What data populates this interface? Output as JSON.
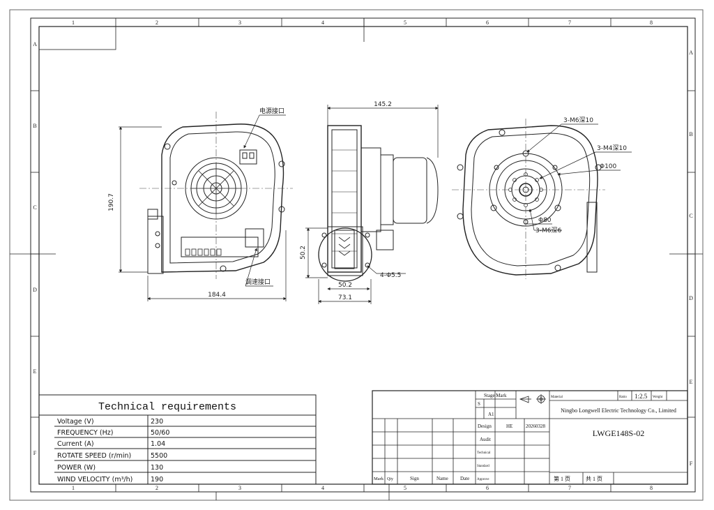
{
  "frame": {
    "columns": [
      "1",
      "2",
      "3",
      "4",
      "5",
      "6",
      "7",
      "8"
    ],
    "rows": [
      "A",
      "B",
      "C",
      "D",
      "E",
      "F"
    ]
  },
  "views": {
    "front": {
      "dim_height": "190.7",
      "dim_width": "184.4",
      "label_power": "电源接口",
      "label_speed": "调速接口"
    },
    "side": {
      "dim_length": "145.2",
      "dim_flange_h": "50.2",
      "dim_flange_w": "50.2",
      "dim_base": "73.1",
      "label_holes": "4-Φ5.5"
    },
    "back": {
      "label_m6_top": "3-M6深10",
      "label_m4": "3-M4深10",
      "label_d100": "Φ100",
      "label_d80": "Φ80",
      "label_m6_bottom": "3-M6深6"
    }
  },
  "tech": {
    "title": "Technical requirements",
    "rows": [
      {
        "label": "Voltage (V)",
        "value": "230"
      },
      {
        "label": "FREQUENCY (Hz)",
        "value": "50/60"
      },
      {
        "label": "Current (A)",
        "value": "1.04"
      },
      {
        "label": "ROTATE SPEED (r/min)",
        "value": "5500"
      },
      {
        "label": "POWER (W)",
        "value": "130"
      },
      {
        "label": "WIND VELOCITY (m³/h)",
        "value": "190"
      }
    ]
  },
  "titleblock": {
    "stage_mark": "Stage Mark",
    "s": "S",
    "a1": "A1",
    "material": "Material",
    "ratio_label": "Ratio",
    "ratio_value": "1:2.5",
    "weight": "Weight",
    "company": "Ningbo Longwell Electric Technology Co., Limited",
    "design": "Design",
    "designer": "HE",
    "date": "20260328",
    "audit": "Audit",
    "technical": "Technical",
    "standard": "Standard",
    "approve": "Approve",
    "part_no": "LWGE148S-02",
    "col_mark": "Mark",
    "col_qty": "Qty",
    "col_sign": "Sign",
    "col_name": "Name",
    "col_date": "Date",
    "sheet_no": "第 1 页",
    "sheet_total": "共 1 页"
  }
}
